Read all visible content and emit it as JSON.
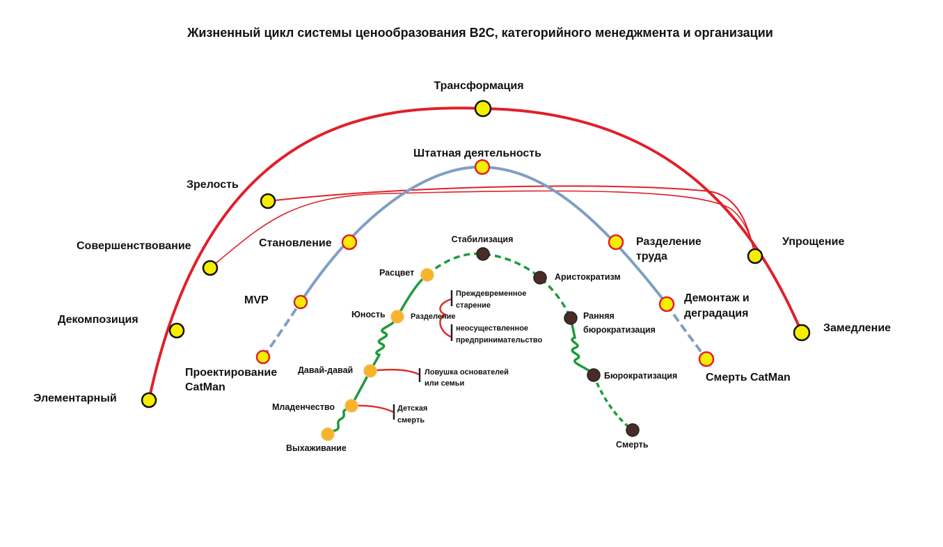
{
  "title": "Жизненный цикл системы ценообразования B2C, категорийного менеджмента и организации",
  "colors": {
    "outer_arc": "#e0202a",
    "middle_arc": "#7f9fc4",
    "green_line": "#1e9a3a",
    "brown_node": "#4a2b26",
    "yellow_node": "#f6ee00",
    "orange_node": "#f7b32a",
    "red_accent": "#d9302a"
  },
  "outer_arc": {
    "elementary": "Элементарный",
    "decomposition": "Декомпозиция",
    "improvement": "Совершенствование",
    "maturity": "Зрелость",
    "transformation": "Трансформация",
    "simplification": "Упрощение",
    "slowdown": "Замедление"
  },
  "middle_arc": {
    "design_line1": "Проектирование",
    "design_line2": "CatMan",
    "mvp": "MVP",
    "formation": "Становление",
    "regular": "Штатная деятельность",
    "division_line1": "Разделение",
    "division_line2": "труда",
    "dismantle_line1": "Демонтаж и",
    "dismantle_line2": "деградация",
    "death": "Смерть CatMan"
  },
  "inner_cycle": {
    "nursing": "Выхаживание",
    "infancy": "Младенчество",
    "gogo": "Давай-давай",
    "youth": "Юность",
    "prime": "Расцвет",
    "stabilization": "Стабилизация",
    "aristocracy": "Аристократизм",
    "early_bureaucracy_line1": "Ранняя",
    "early_bureaucracy_line2": "бюрократизация",
    "bureaucracy": "Бюрократизация",
    "death": "Смерть",
    "division": "Разделение",
    "premature_aging_line1": "Преждевременное",
    "premature_aging_line2": "старение",
    "unrealized_line1": "неосуществленное",
    "unrealized_line2": "предпринимательство",
    "founder_trap_line1": "Ловушка основателей",
    "founder_trap_line2": "или семьи",
    "infant_death_line1": "Детская",
    "infant_death_line2": "смерть"
  }
}
